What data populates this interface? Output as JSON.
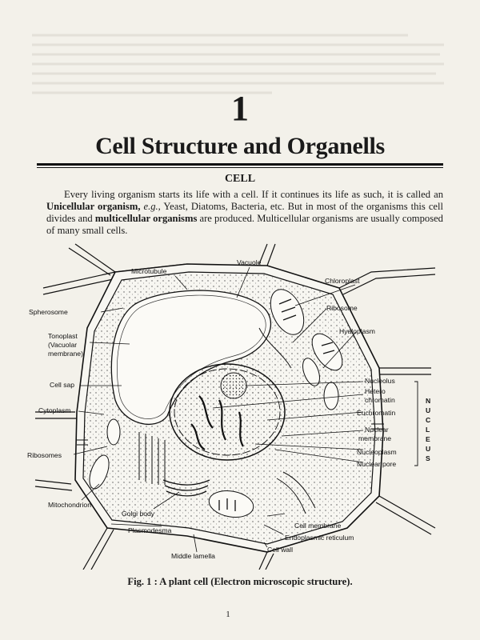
{
  "chapter": {
    "number": "1",
    "title": "Cell Structure and Organells"
  },
  "section": {
    "heading": "CELL"
  },
  "paragraph": {
    "p1": "Every living organism starts its life with a cell. If it continues its life as such, it is called an ",
    "term1": "Unicellular organism,",
    "eg": " e.g.,",
    "p2": " Yeast, Diatoms, Bacteria, etc. But in most of the organisms this cell divides and ",
    "term2": "multicellular organisms",
    "p3": " are produced. Multicellular organisms are usually composed of many small cells."
  },
  "figure": {
    "labels": {
      "microtubule": "Microtubule",
      "vacuole": "Vacuole",
      "chloroplast": "Chloroplast",
      "spherosome": "Spherosome",
      "ribosome": "Ribosome",
      "tonoplast_1": "Tonoplast",
      "tonoplast_2": "(Vacuolar",
      "tonoplast_3": "membrane)",
      "hyaloplasm": "Hyaloplasm",
      "cell_sap": "Cell sap",
      "nucleolus": "Nucleolus",
      "hetero_1": "Hetero",
      "hetero_2": "chromatin",
      "cytoplasm": "Cytoplasm",
      "euchromatin": "Euchromatin",
      "nuclear_membrane_1": "Nuclear",
      "nuclear_membrane_2": "membrane",
      "ribosomes": "Ribosomes",
      "nucleoplasm": "Nucleoplasm",
      "nuclear_pore": "Nuclear pore",
      "mitochondrion": "Mitochondrion",
      "golgi_body": "Golgi body",
      "cell_membrane": "Cell membrane",
      "plasmodesma": "Plasmodesma",
      "endoplasmic_reticulum": "Endoplasmic reticulum",
      "cell_wall": "Cell wall",
      "middle_lamella": "Middle lamella"
    },
    "nucleus_bracket": [
      "N",
      "U",
      "C",
      "L",
      "E",
      "U",
      "S"
    ],
    "caption": "Fig. 1 : A plant cell (Electron microscopic structure)."
  },
  "page_number": "1"
}
